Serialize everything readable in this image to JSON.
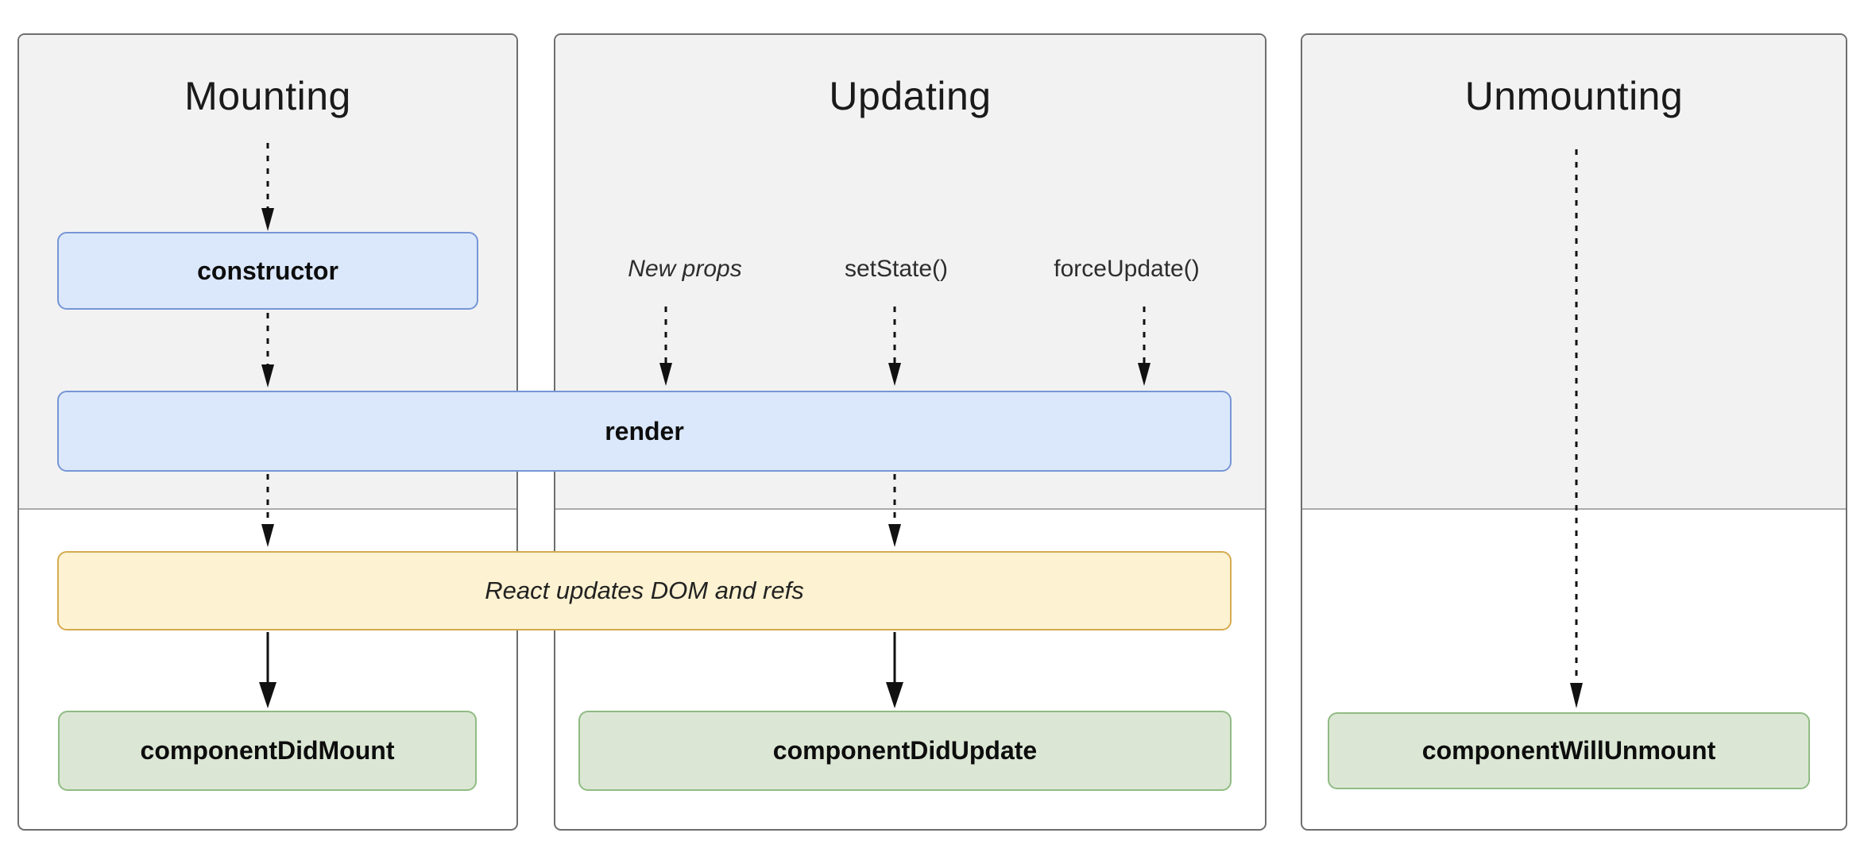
{
  "diagram": {
    "type": "flowchart",
    "panels": [
      {
        "id": "mounting",
        "title": "Mounting"
      },
      {
        "id": "updating",
        "title": "Updating"
      },
      {
        "id": "unmounting",
        "title": "Unmounting"
      }
    ],
    "triggers": {
      "new_props": "New props",
      "set_state": "setState()",
      "force_update": "forceUpdate()"
    },
    "boxes": {
      "constructor": "constructor",
      "render": "render",
      "react_updates": "React updates DOM and refs",
      "component_did_mount": "componentDidMount",
      "component_did_update": "componentDidUpdate",
      "component_will_unmount": "componentWillUnmount"
    },
    "colors": {
      "lifecycle_box_fill": "#dbe8fb",
      "lifecycle_box_border": "#7796d6",
      "side_effect_fill": "#fdf2d1",
      "side_effect_border": "#d5ab50",
      "commit_box_fill": "#dbe7d4",
      "commit_box_border": "#90bb83",
      "panel_fill_render_phase": "#f2f2f2",
      "panel_fill_commit_phase": "#ffffff",
      "panel_border": "#6e6e6e",
      "divider": "#ababab",
      "arrow": "#111111"
    }
  }
}
